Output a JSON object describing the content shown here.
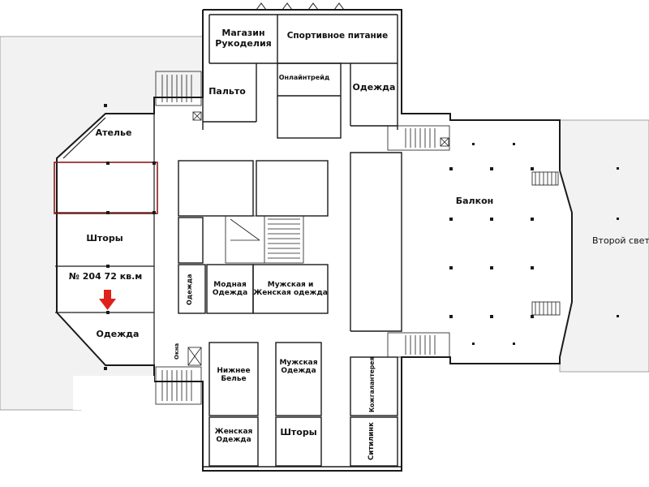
{
  "rooms": {
    "magazin_rukodeliya": "Магазин\nРукоделия",
    "sportivnoe_pitanie": "Спортивное питание",
    "onlaintreid": "Онлайнтрейд",
    "palto": "Пальто",
    "odezhda_top": "Одежда",
    "atelie": "Ателье",
    "shtory_left": "Шторы",
    "unit_204": "№ 204 72 кв.м",
    "odezhda_left": "Одежда",
    "odezhda_vertical": "Одежда",
    "modnaya_odezhda": "Модная\nОдежда",
    "muzhskaya_zhenskaya": "Мужская и\nЖенская одежда",
    "balkon": "Балкон",
    "vtoroi_svet": "Второй свет",
    "okna": "Окна",
    "nizhnee_belie": "Нижнее\nБелье",
    "muzhskaya_odezhda": "Мужская\nОдежда",
    "kozhgalantereya": "Кожгалантерея",
    "zhenskaya_odezhda": "Женская\nОдежда",
    "shtory_bottom": "Шторы",
    "sitilink": "Ситилинк"
  },
  "colors": {
    "line": "#1a1a1a",
    "shade": "#f2f2f2",
    "marker": "#e0201a",
    "highlight": "#8b1a1a"
  },
  "icons": {
    "marker": "down-arrow-icon"
  }
}
